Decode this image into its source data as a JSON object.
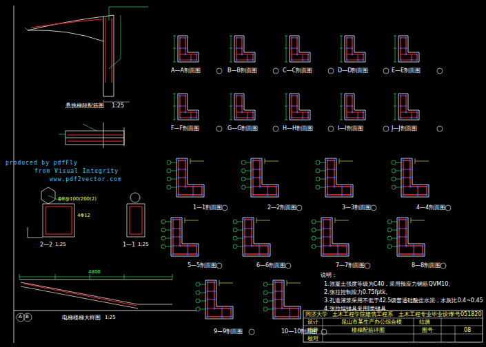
{
  "diagram": {
    "labels": [
      "悬挑梯段配筋图",
      "1:25",
      "A—A剖面图",
      "B—B剖面图",
      "C—C剖面图",
      "D—D剖面图",
      "E—E剖面图",
      "F—F剖面图",
      "G—G剖面图",
      "H—H剖面图",
      "I—I剖面图",
      "J—J剖面图",
      "1—1剖面图",
      "2—2剖面图",
      "3—3剖面图",
      "4—4剖面图",
      "5—5剖面图",
      "6—6剖面图",
      "7—7剖面图",
      "8—8剖面图",
      "9—9剖面图",
      "10—10剖面图",
      "2—2",
      "1:25",
      "1—1",
      "1:25",
      "Φ8@100/200(2)",
      "4Φ12",
      "produced by pdfFly",
      "from Visual Integrity",
      "www.pdf2vector.com",
      "4800",
      "电梯楼梯大样图",
      "1:25",
      "A",
      "B",
      "说明：",
      "1.混凝土强度等级为C40，采用预应力钢筋QVM10。",
      "2.张拉控制应力0.75fptk。",
      "3.孔道灌浆采用不低于42.5级普通硅酸盐水泥，水灰比0.4~0.45",
      "4.张拉端锚具采用I类锚具。",
      "同济大学",
      "土木工程学院建筑工程系",
      "土木工程专业毕业设计",
      "学号051820",
      "设计",
      "昆山市某生产办公综合楼",
      "结施",
      "指导",
      "楼梯配筋详图",
      "图号",
      "08",
      "校对"
    ]
  }
}
